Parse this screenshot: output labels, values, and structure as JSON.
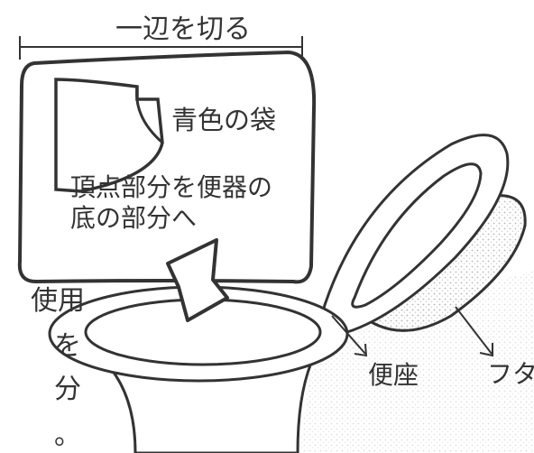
{
  "labels": {
    "cut_edge": "一辺を切る",
    "bag_color": "青色の袋",
    "instruction_line1": "頂点部分を便器の",
    "instruction_line2": "底の部分へ",
    "toilet_seat": "便座",
    "lid": "フタ",
    "side_fragments": [
      "使用",
      "を",
      "分",
      "。"
    ]
  },
  "colors": {
    "ink": "#333333",
    "paper": "#ffffff",
    "stipple": "#b5b5b5"
  }
}
